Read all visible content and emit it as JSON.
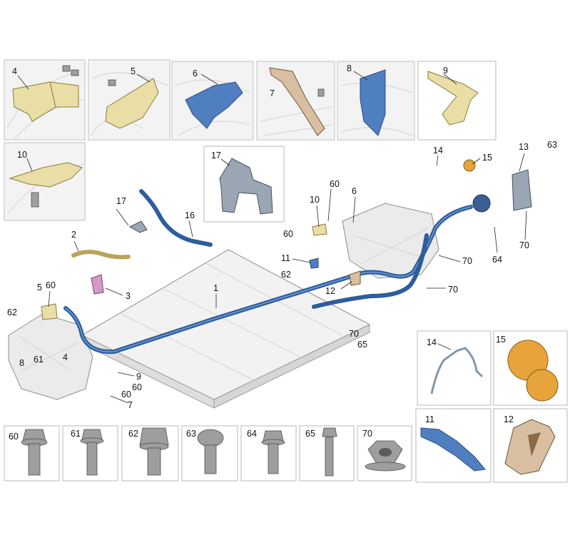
{
  "diagram": {
    "callouts": {
      "p4": "4",
      "p5": "5",
      "p6": "6",
      "p7": "7",
      "p8": "8",
      "p9": "9",
      "p10": "10",
      "p17": "17",
      "m16": "16",
      "m17": "17",
      "m2": "2",
      "m3": "3",
      "m1": "1",
      "m60a": "60",
      "m5": "5",
      "m62a": "62",
      "m61": "61",
      "m4": "4",
      "m8": "8",
      "m9": "9",
      "m60b": "60",
      "m60c": "60",
      "m7": "7",
      "m10": "10",
      "m60d": "60",
      "m60e": "60",
      "m6": "6",
      "m11": "11",
      "m62b": "62",
      "m12": "12",
      "m70a": "70",
      "m65": "65",
      "m14": "14",
      "m15": "15",
      "m13": "13",
      "m63": "63",
      "m64": "64",
      "m70b": "70",
      "m70c": "70",
      "m70d": "70",
      "d14": "14",
      "d15": "15",
      "d11": "11",
      "d12": "12",
      "f60": "60",
      "f61": "61",
      "f62": "62",
      "f63": "63",
      "f64": "64",
      "f65": "65",
      "f70": "70"
    }
  }
}
